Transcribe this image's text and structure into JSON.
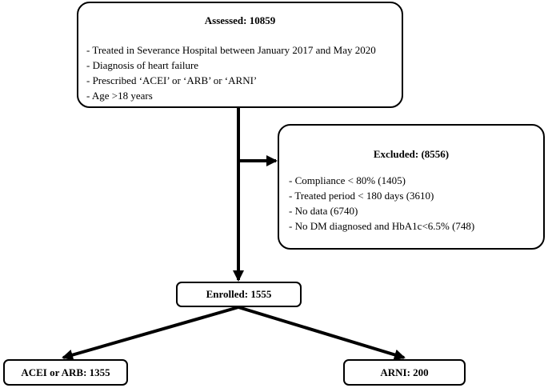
{
  "assessed": {
    "title": "Assessed: 10859",
    "criteria": [
      "- Treated in Severance Hospital between January 2017 and May 2020",
      "- Diagnosis of heart failure",
      "- Prescribed ‘ACEI’ or ‘ARB’ or ‘ARNI’",
      "- Age >18 years"
    ]
  },
  "excluded": {
    "title": "Excluded: (8556)",
    "reasons": [
      "- Compliance < 80% (1405)",
      "- Treated period < 180 days (3610)",
      "- No data (6740)",
      "- No DM diagnosed and HbA1c<6.5% (748)"
    ]
  },
  "enrolled": {
    "label": "Enrolled: 1555"
  },
  "groups": {
    "acei_arb": "ACEI or ARB: 1355",
    "arni": "ARNI: 200"
  },
  "colors": {
    "stroke": "#000000",
    "background": "#ffffff"
  }
}
